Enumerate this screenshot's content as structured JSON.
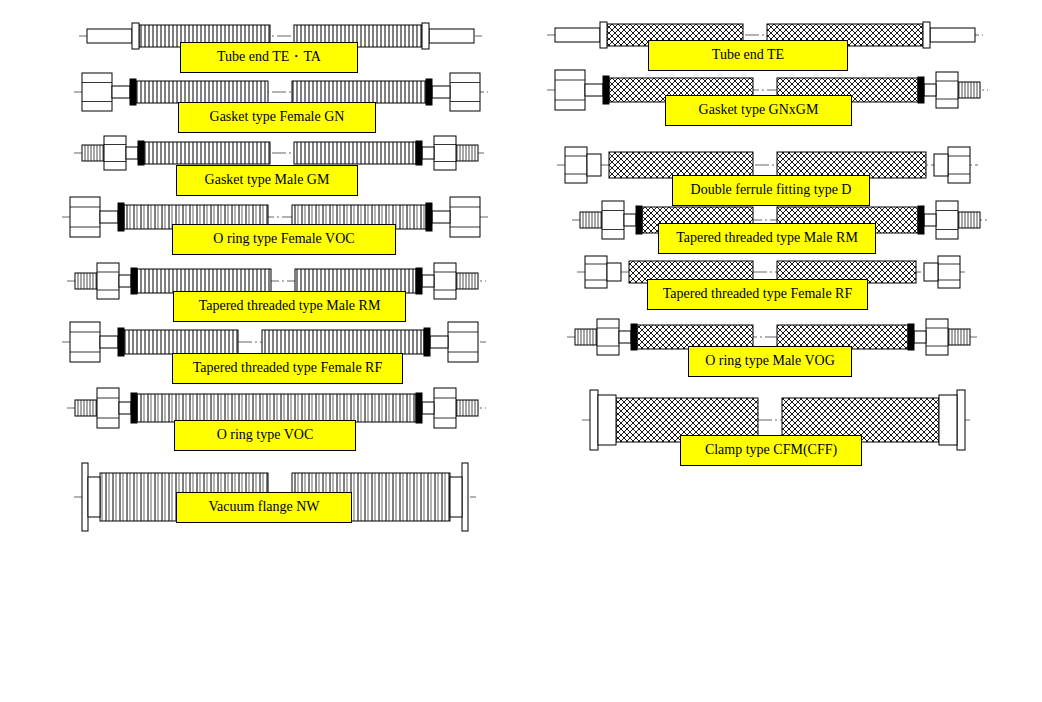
{
  "diagram": {
    "nodes": [
      {
        "text": [
          "Tube end TE・TA"
        ]
      },
      {
        "text": [
          "Gasket type Female GN"
        ]
      },
      {
        "text": [
          "Gasket type Male GM"
        ]
      },
      {
        "text": [
          "O ring type Female VOC"
        ]
      },
      {
        "text": [
          "Tapered threaded type Male RM"
        ]
      },
      {
        "text": [
          "Tapered threaded type Female RF"
        ]
      },
      {
        "text": [
          "O ring type VOC"
        ]
      },
      {
        "text": [
          "Vacuum flange NW"
        ]
      },
      {
        "text": [
          "Tube end TE"
        ]
      },
      {
        "text": [
          "Gasket type GNxGM"
        ]
      },
      {
        "text": [
          "Double ferrule fitting type D"
        ]
      },
      {
        "text": [
          "Tapered threaded type Male RM"
        ]
      },
      {
        "text": [
          "Tapered threaded type Female RF"
        ]
      },
      {
        "text": [
          "O ring type Male VOG"
        ]
      },
      {
        "text": [
          "Clamp type CFM(CFF)"
        ]
      }
    ]
  }
}
